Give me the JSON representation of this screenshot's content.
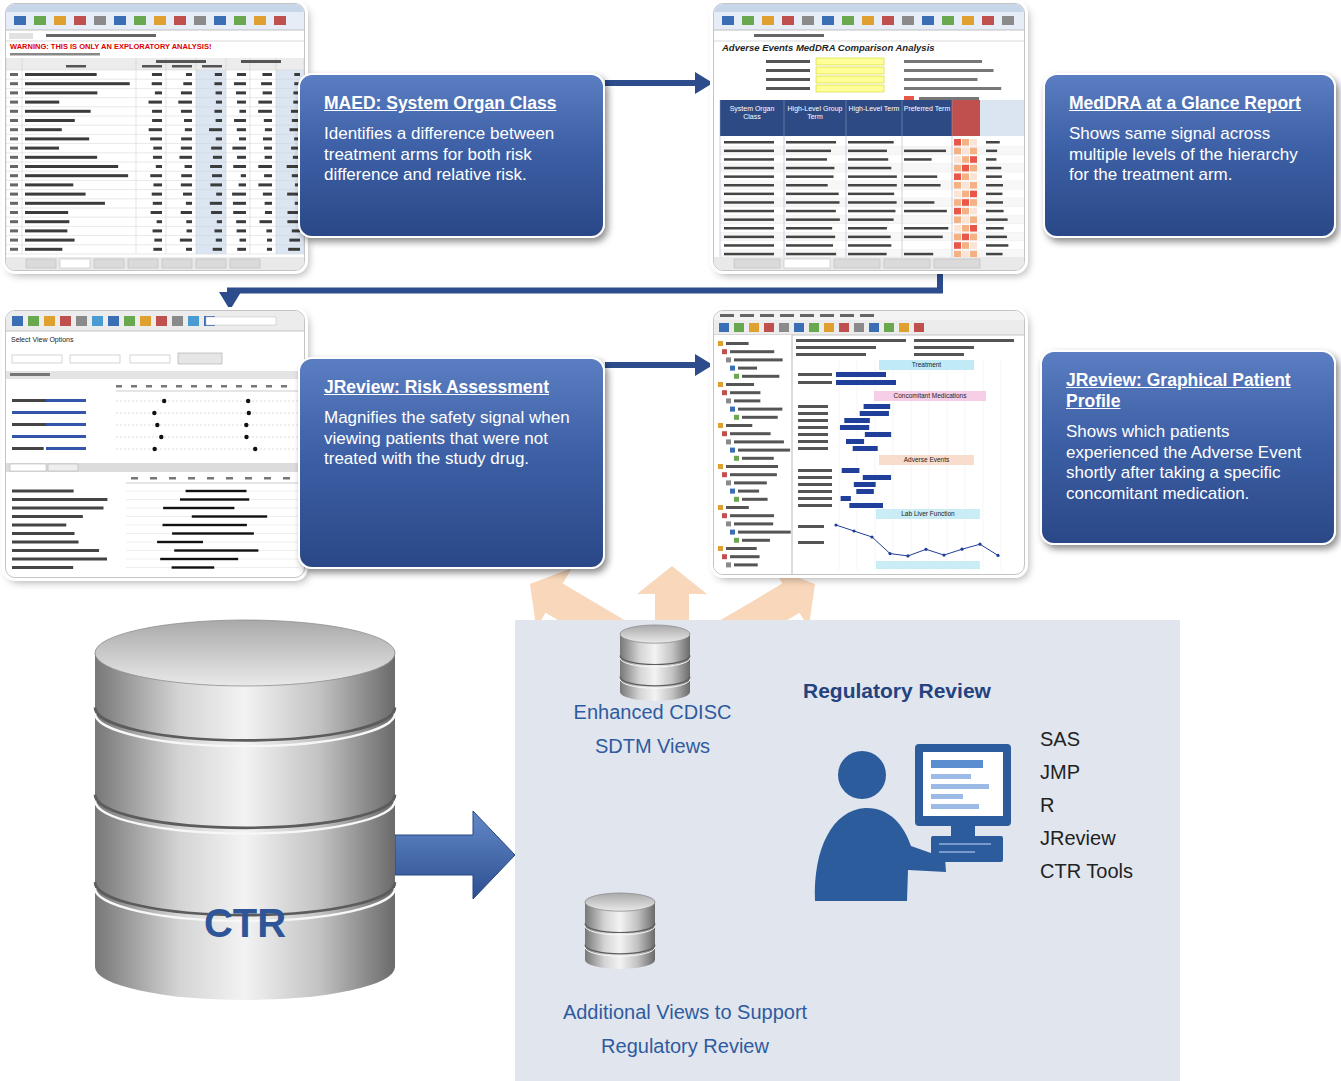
{
  "diagram": {
    "nodes": [
      {
        "text": [
          "WARNING: THIS IS ONLY AN EXPLORATORY ANALYSIS!"
        ]
      },
      {
        "text": [
          "MAED: System Organ Class",
          "Identifies a difference between treatment arms for both risk difference and relative risk."
        ]
      },
      {
        "text": [
          "Adverse Events MedDRA Comparison Analysis",
          "System Organ Class",
          "High-Level Group Term",
          "High-Level Term",
          "Preferred Term"
        ]
      },
      {
        "text": [
          "MedDRA at a Glance Report",
          "Shows same signal across multiple levels of the hierarchy for the treatment arm."
        ]
      },
      {
        "text": [
          "Select View Options"
        ]
      },
      {
        "text": [
          "JReview: Risk Assessment",
          "Magnifies the safety signal when viewing patients that were not treated with the study drug."
        ]
      },
      {
        "text": [
          "Treatment",
          "Concomitant Medications",
          "Adverse Events",
          "Lab Liver Function"
        ]
      },
      {
        "text": [
          "JReview: Graphical Patient Profile",
          "Shows which patients experienced the Adverse Event shortly after taking a specific concomitant medication."
        ]
      },
      {
        "text": [
          "CTR"
        ]
      },
      {
        "text": [
          "Regulatory Review"
        ]
      },
      {
        "text": [
          "Enhanced CDISC SDTM Views"
        ],
        "in": 9
      },
      {
        "text": [
          "Additional Views to Support Regulatory Review"
        ],
        "in": 9
      }
    ],
    "edges": [
      {
        "from": 1,
        "to": 2,
        "arrow": "to"
      },
      {
        "from": 2,
        "to": 4,
        "arrow": "to"
      },
      {
        "from": 5,
        "to": 6,
        "arrow": "to"
      },
      {
        "from": 8,
        "to": 9,
        "arrow": "to"
      }
    ],
    "labels": [
      "SAS",
      "JMP",
      "R",
      "JReview",
      "CTR Tools"
    ]
  }
}
